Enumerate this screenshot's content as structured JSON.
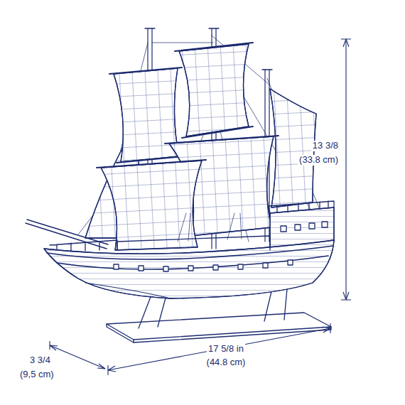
{
  "diagram": {
    "labels": [
      "13 3/8",
      "(33.8 cm)",
      "3 3/4",
      "(9,5 cm)",
      "17 5/8 in",
      "(44.8 cm)"
    ]
  }
}
